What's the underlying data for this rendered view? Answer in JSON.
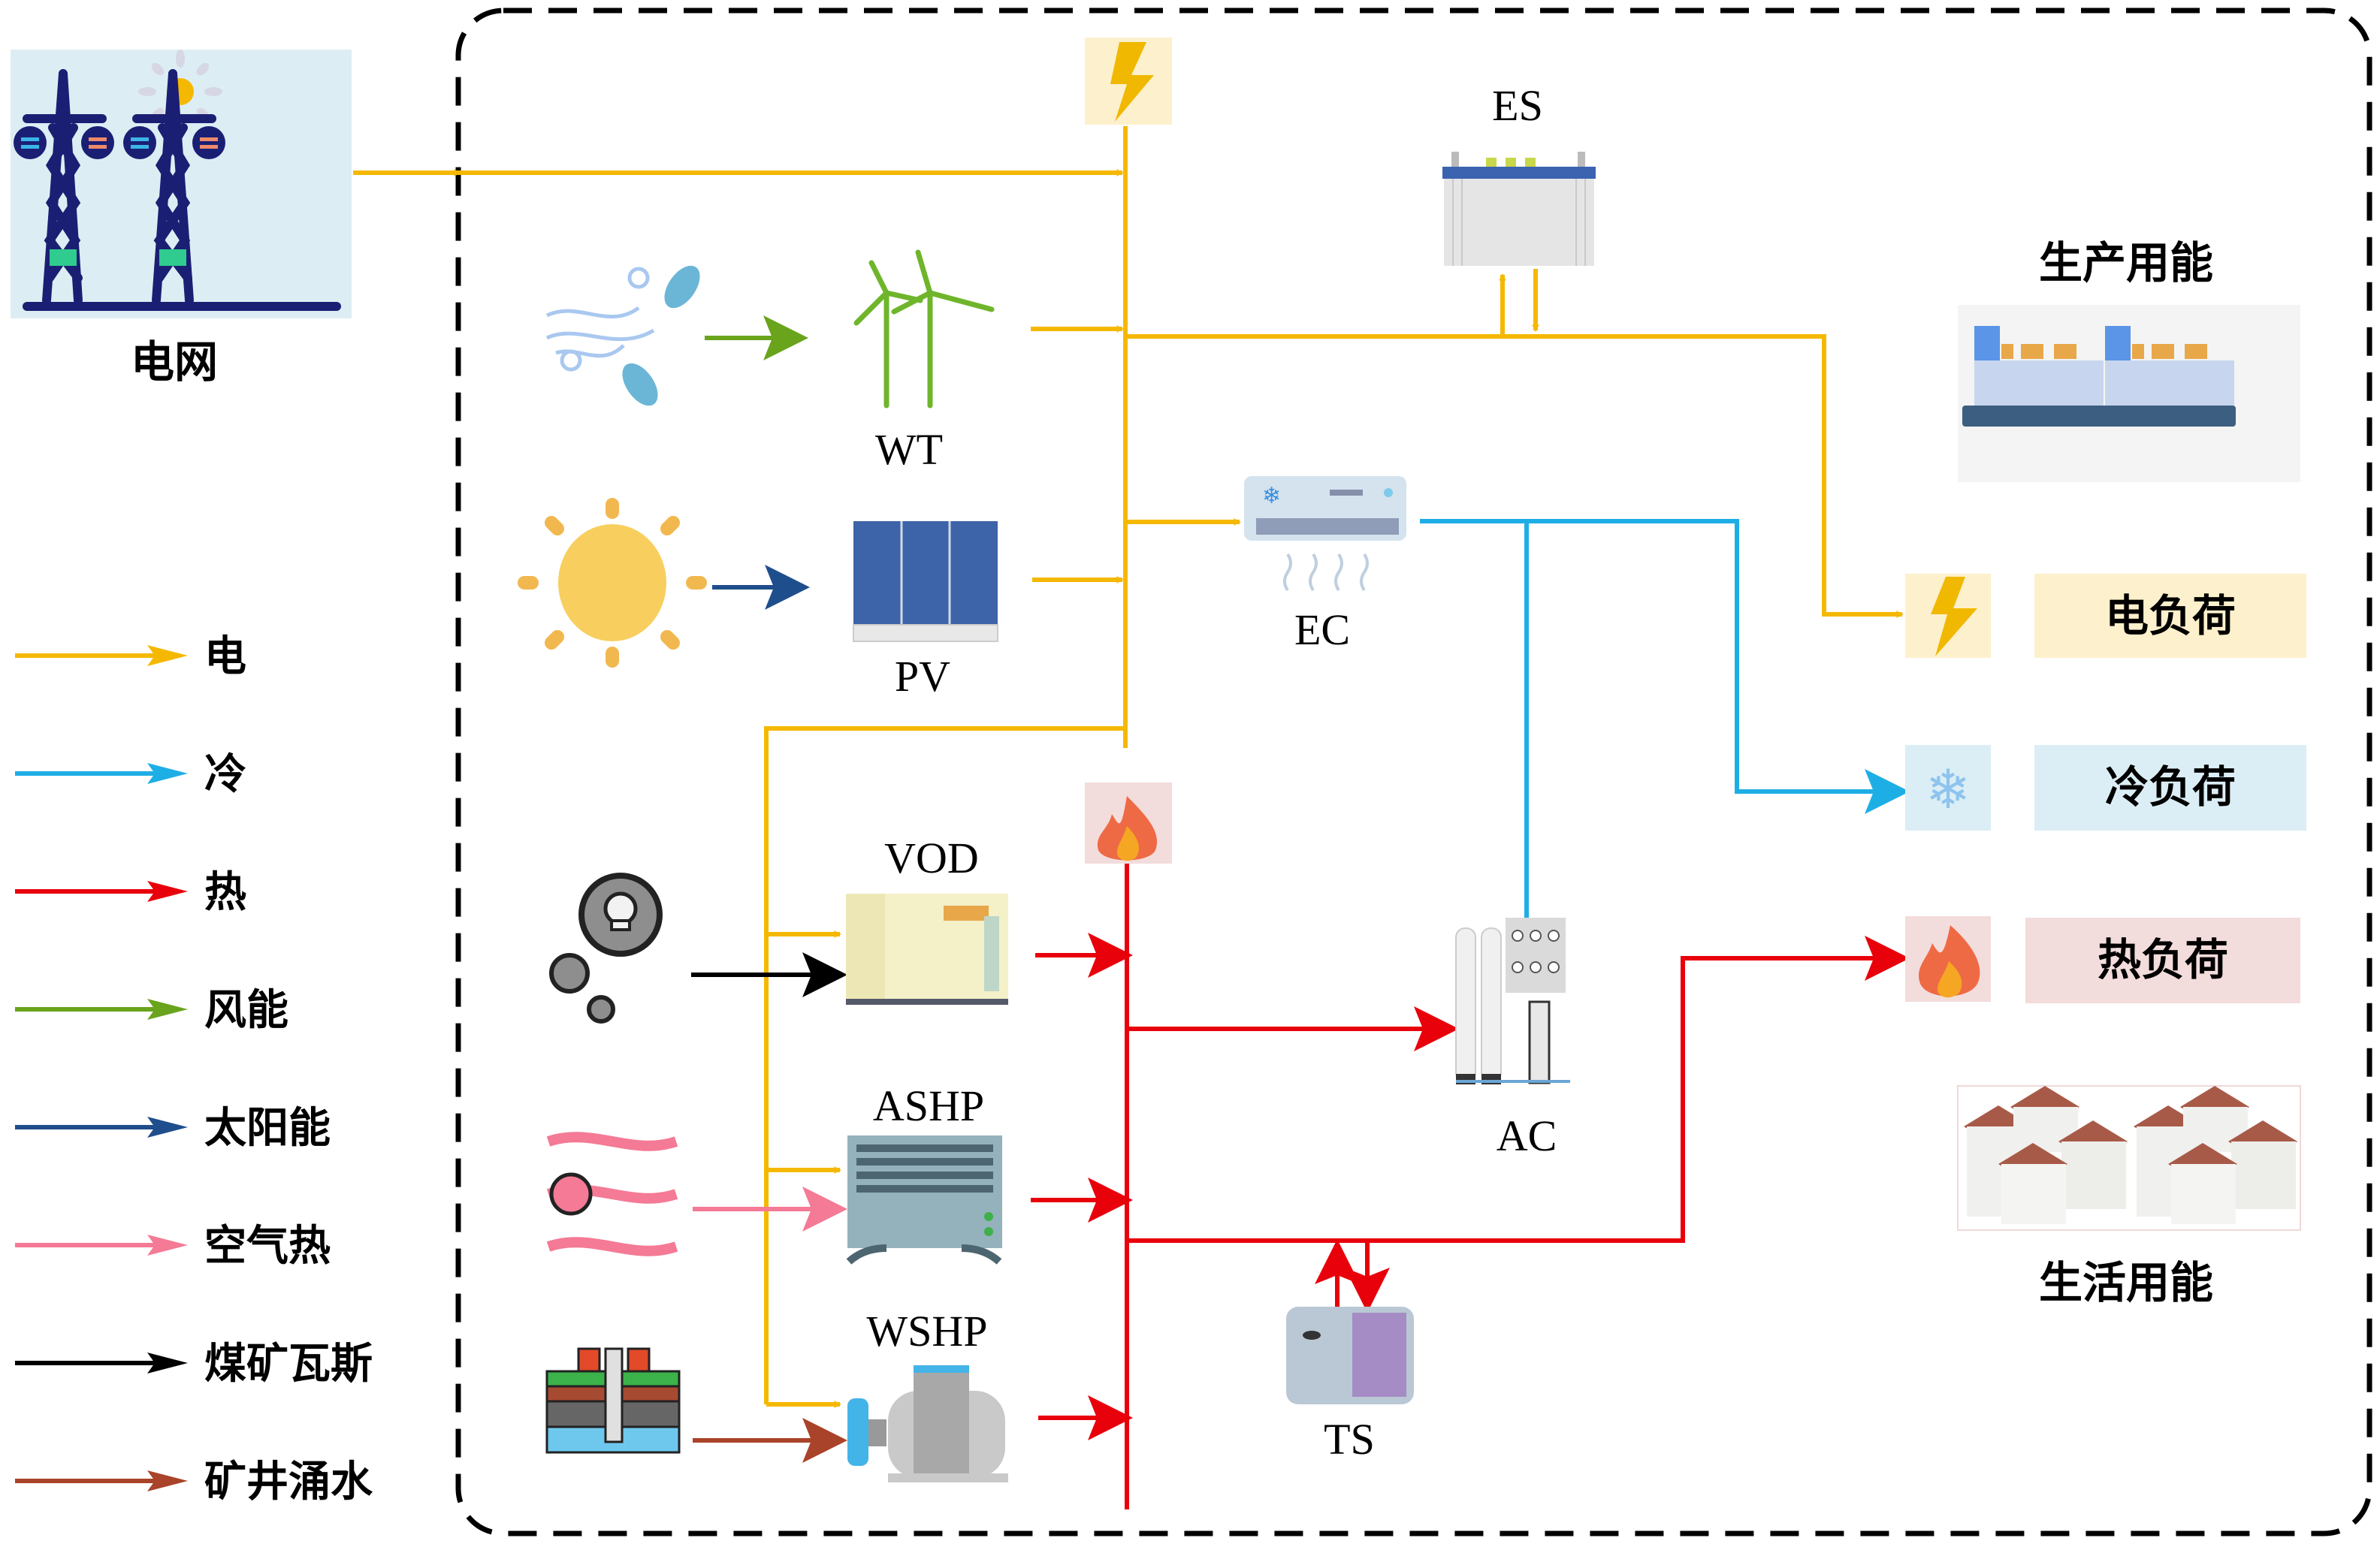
{
  "grid": {
    "label": "电网"
  },
  "devices": {
    "wt": "WT",
    "pv": "PV",
    "es": "ES",
    "ec": "EC",
    "vod": "VOD",
    "ashp": "ASHP",
    "wshp": "WSHP",
    "ac": "AC",
    "ts": "TS"
  },
  "loads": {
    "production": "生产用能",
    "living": "生活用能",
    "electric": "电负荷",
    "cooling": "冷负荷",
    "heat": "热负荷"
  },
  "legend": [
    {
      "label": "电",
      "color": "#F5B800"
    },
    {
      "label": "冷",
      "color": "#1EAEE6"
    },
    {
      "label": "热",
      "color": "#E8000B"
    },
    {
      "label": "风能",
      "color": "#6AA31C"
    },
    {
      "label": "太阳能",
      "color": "#1F4E8C"
    },
    {
      "label": "空气热",
      "color": "#F47A95"
    },
    {
      "label": "煤矿瓦斯",
      "color": "#000000"
    },
    {
      "label": "矿井涌水",
      "color": "#A9432A"
    }
  ],
  "colors": {
    "electric": "#F5B800",
    "cold": "#1EAEE6",
    "heat": "#E8000B",
    "wind": "#6AA31C",
    "solar": "#1F4E8C",
    "air": "#F47A95",
    "gas": "#000000",
    "water": "#A9432A",
    "elec_bg": "#FDF0CC",
    "cold_bg": "#DCEEF5",
    "heat_bg": "#F3DCDC"
  }
}
